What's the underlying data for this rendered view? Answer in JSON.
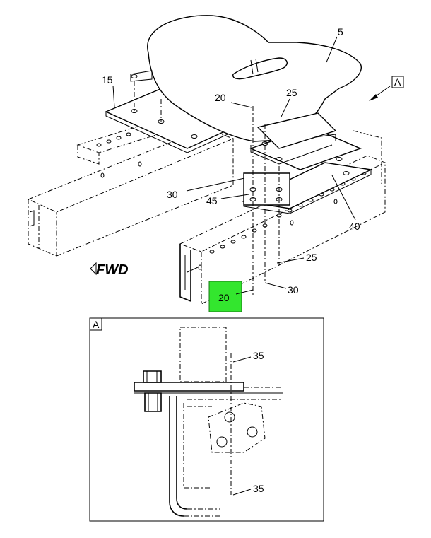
{
  "callouts": {
    "c5": "5",
    "c15": "15",
    "c20_top": "20",
    "c25_top": "25",
    "c30_left": "30",
    "c45": "45",
    "c40": "40",
    "c25_bottom": "25",
    "c30_bottom": "30",
    "c20_highlight": "20",
    "c35_top": "35",
    "c35_bottom": "35"
  },
  "view_ref": "A",
  "detail_view_label": "A",
  "direction_label": "FWD",
  "highlight_color": "#33e62e"
}
